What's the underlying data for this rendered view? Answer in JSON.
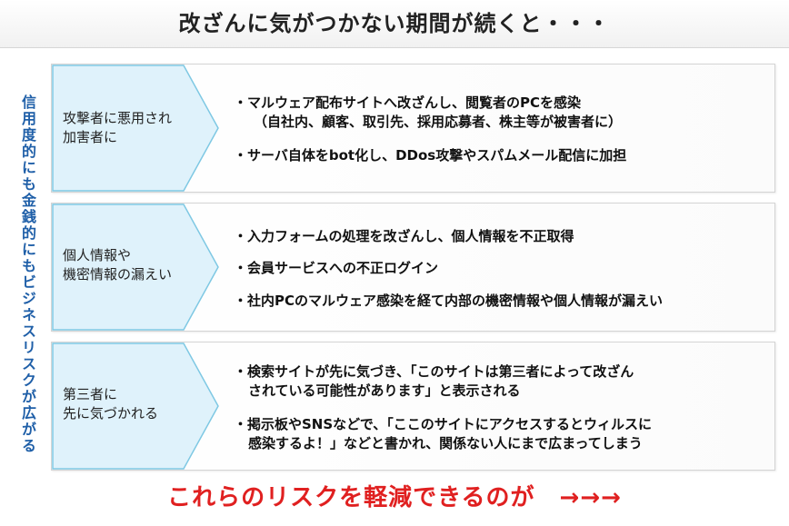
{
  "title": "改ざんに気がつかない期間が続くと・・・",
  "side_label": "信用度的にも金銭的にもビジネスリスクが広がる",
  "rows": [
    {
      "category": [
        "攻撃者に悪用され",
        "加害者に"
      ],
      "bullets": [
        [
          "・マルウェア配布サイトへ改ざんし、閲覧者のPCを感染",
          "（自社内、顧客、取引先、採用応募者、株主等が被害者に）"
        ],
        [
          "・サーバ自体をbot化し、DDos攻撃やスパムメール配信に加担"
        ]
      ]
    },
    {
      "category": [
        "個人情報や",
        "機密情報の漏えい"
      ],
      "bullets": [
        [
          "・入力フォームの処理を改ざんし、個人情報を不正取得"
        ],
        [
          "・会員サービスへの不正ログイン"
        ],
        [
          "・社内PCのマルウェア感染を経て内部の機密情報や個人情報が漏えい"
        ]
      ]
    },
    {
      "category": [
        "第三者に",
        "先に気づかれる"
      ],
      "bullets": [
        [
          "・検索サイトが先に気づき、「このサイトは第三者によって改ざん",
          "されている可能性があります」と表示される"
        ],
        [
          "・掲示板やSNSなどで、「ここのサイトにアクセスするとウィルスに",
          "感染するよ！」などと書かれ、関係ない人にまで広まってしまう"
        ]
      ]
    }
  ],
  "bottom": "これらのリスクを軽減できるのが　→→→",
  "colors": {
    "side_label": "#1f5fa8",
    "bottom": "#e02020",
    "arrow_fill": "#dff2fb",
    "arrow_stroke": "#7ec8e3"
  }
}
